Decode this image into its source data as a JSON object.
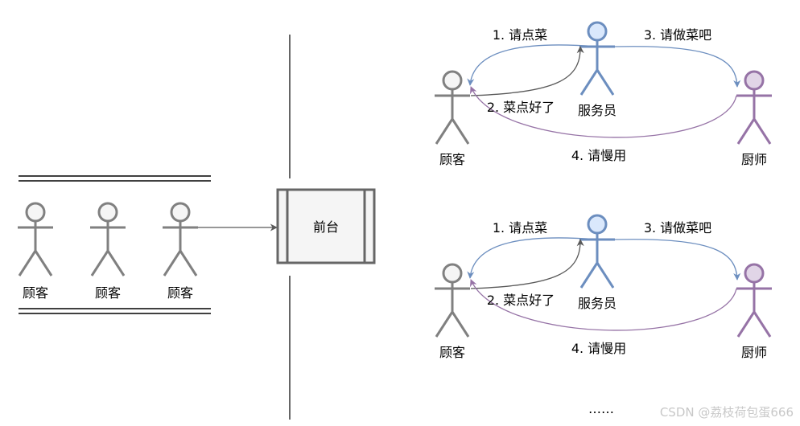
{
  "colors": {
    "gray": "#808080",
    "blue_actor_stroke": "#6c8ebf",
    "blue_actor_fill": "#dae8fc",
    "purple_actor_stroke": "#9673a6",
    "purple_actor_fill": "#e1d5e7",
    "box_fill": "#f5f5f5",
    "dark_arrow": "#595959"
  },
  "queue": {
    "actors": [
      {
        "label": "顾客"
      },
      {
        "label": "顾客"
      },
      {
        "label": "顾客"
      }
    ]
  },
  "front_desk": {
    "label": "前台"
  },
  "groups": [
    {
      "customer": "顾客",
      "waiter": "服务员",
      "chef": "厨师",
      "step1": "1. 请点菜",
      "step2": "2. 菜点好了",
      "step3": "3. 请做菜吧",
      "step4": "4. 请慢用"
    },
    {
      "customer": "顾客",
      "waiter": "服务员",
      "chef": "厨师",
      "step1": "1. 请点菜",
      "step2": "2. 菜点好了",
      "step3": "3. 请做菜吧",
      "step4": "4. 请慢用"
    }
  ],
  "ellipsis": "……",
  "watermark": "CSDN @荔枝荷包蛋666"
}
